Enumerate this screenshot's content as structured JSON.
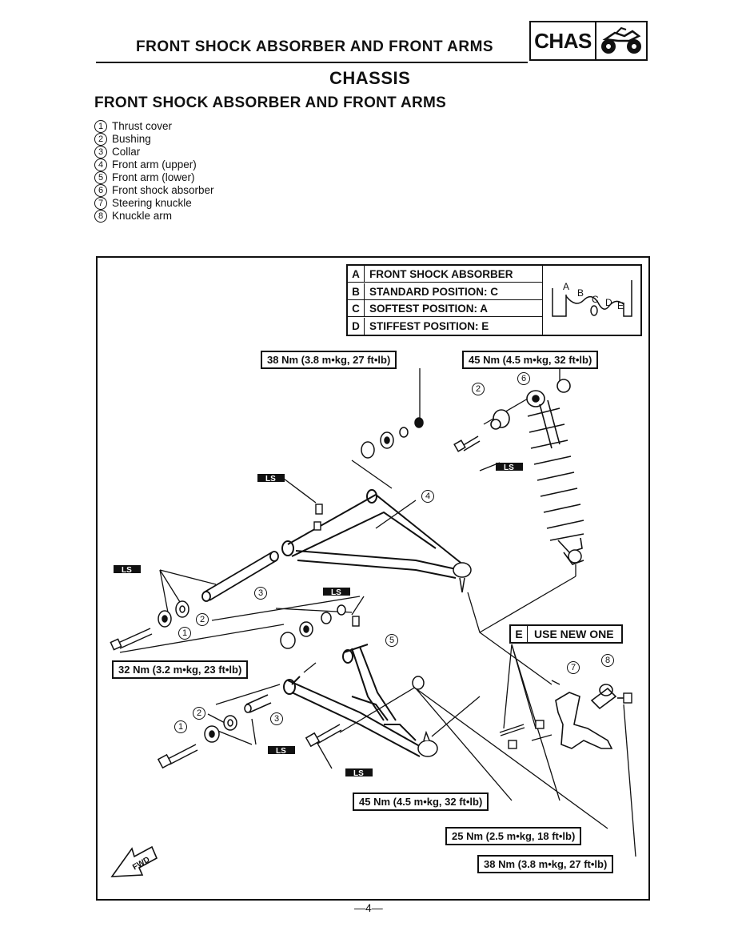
{
  "header": {
    "title": "FRONT SHOCK ABSORBER AND FRONT ARMS",
    "badge": "CHAS",
    "badge_icon": "atv-icon"
  },
  "section_title": "CHASSIS",
  "subsection_title": "FRONT SHOCK ABSORBER AND FRONT ARMS",
  "legend": [
    {
      "num": "1",
      "label": "Thrust cover"
    },
    {
      "num": "2",
      "label": "Bushing"
    },
    {
      "num": "3",
      "label": "Collar"
    },
    {
      "num": "4",
      "label": "Front arm (upper)"
    },
    {
      "num": "5",
      "label": "Front arm (lower)"
    },
    {
      "num": "6",
      "label": "Front shock absorber"
    },
    {
      "num": "7",
      "label": "Steering knuckle"
    },
    {
      "num": "8",
      "label": "Knuckle arm"
    }
  ],
  "spec_table": {
    "rows": [
      {
        "key": "A",
        "value": "FRONT SHOCK ABSORBER"
      },
      {
        "key": "B",
        "value": "STANDARD POSITION: C"
      },
      {
        "key": "C",
        "value": "SOFTEST POSITION: A"
      },
      {
        "key": "D",
        "value": "STIFFEST POSITION: E"
      }
    ],
    "positions": [
      "A",
      "B",
      "C",
      "D",
      "E"
    ]
  },
  "torques": {
    "t1": "38 Nm (3.8 m•kg, 27 ft•lb)",
    "t2": "45 Nm (4.5 m•kg, 32 ft•lb)",
    "t3": "32 Nm (3.2 m•kg, 23 ft•lb)",
    "t4": "45 Nm (4.5 m•kg, 32 ft•lb)",
    "t5": "25 Nm (2.5 m•kg, 18 ft•lb)",
    "t6": "38 Nm (3.8 m•kg, 27 ft•lb)"
  },
  "use_new_one": {
    "key": "E",
    "value": "USE NEW ONE"
  },
  "fwd_label": "FWD",
  "grease_label": "LS",
  "page_number": "—4—"
}
